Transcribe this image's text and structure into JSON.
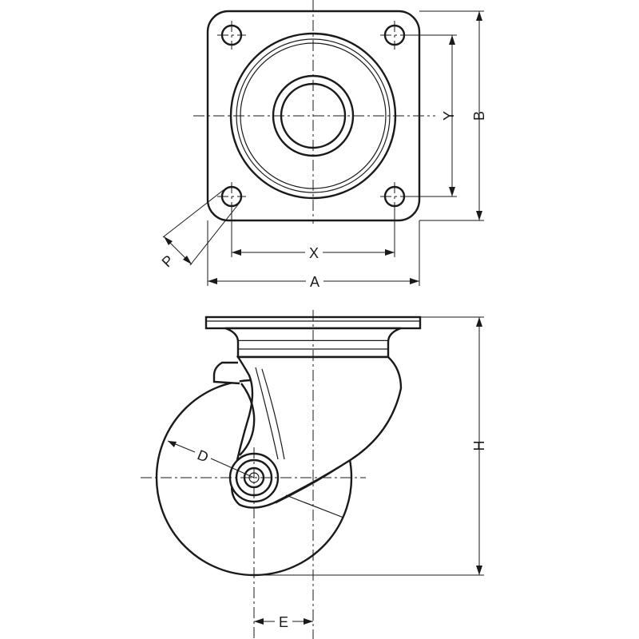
{
  "drawing": {
    "labels": {
      "A": "A",
      "B": "B",
      "X": "X",
      "Y": "Y",
      "P": "P",
      "H": "H",
      "D": "D",
      "E": "E"
    }
  }
}
